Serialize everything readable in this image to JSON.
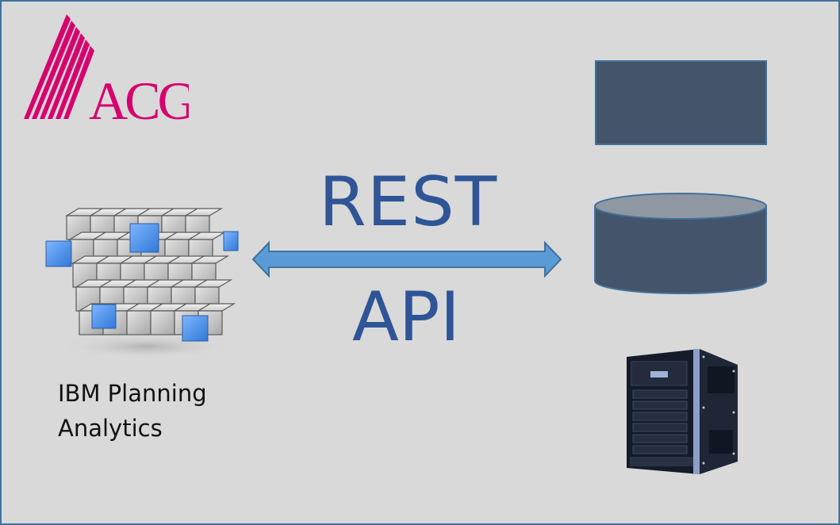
{
  "logo": {
    "text": "ACG",
    "color": "#d6006e"
  },
  "left": {
    "icon": "olap-cube-icon",
    "caption_line1": "IBM Planning",
    "caption_line2": "Analytics"
  },
  "center": {
    "title_top": "REST",
    "title_bottom": "API",
    "text_color": "#2f5597",
    "arrow_color": "#5b9bd5",
    "arrow_border": "#41719c"
  },
  "right": {
    "items": [
      {
        "icon": "rectangle-icon",
        "fill": "#44546a"
      },
      {
        "icon": "database-cylinder-icon",
        "fill": "#44546a",
        "top_fill": "#8f97a3"
      },
      {
        "icon": "server-tower-icon"
      }
    ]
  },
  "colors": {
    "background": "#d9d9d9",
    "border": "#41719c"
  }
}
